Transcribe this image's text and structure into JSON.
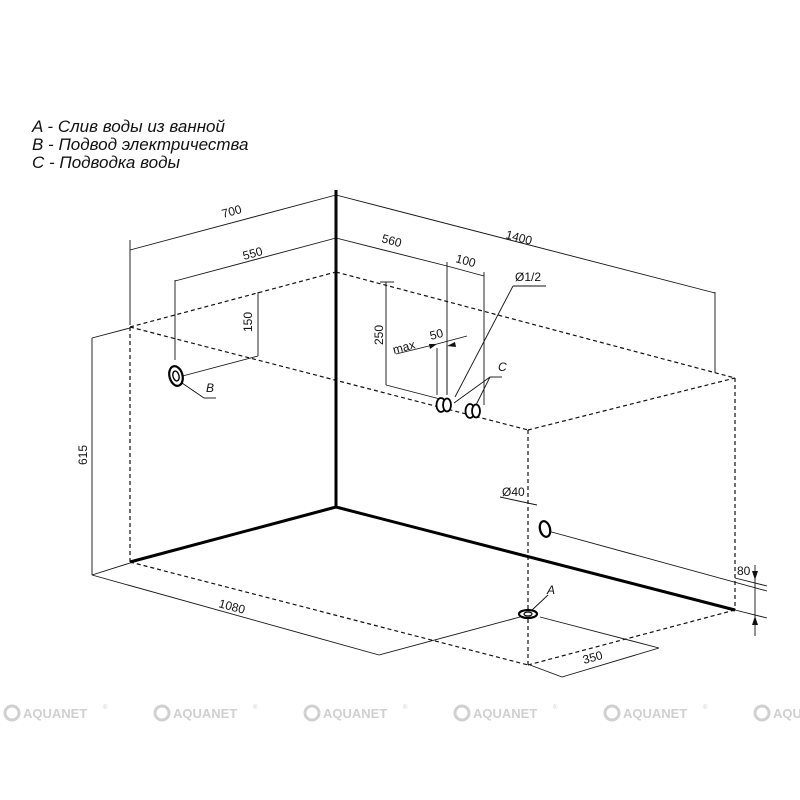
{
  "legend": {
    "a": "A - Слив воды из ванной",
    "b": "B - Подвод электричества",
    "c": "C - Подводка воды"
  },
  "dimensions": {
    "width_700": "700",
    "length_1400": "1400",
    "d550": "550",
    "d560": "560",
    "d100": "100",
    "d150": "150",
    "d250": "250",
    "max_label": "max",
    "d50": "50",
    "height_615": "615",
    "d1080": "1080",
    "d350": "350",
    "d80": "80",
    "pipe": "Ø1/2",
    "drain_dia": "Ø40"
  },
  "markers": {
    "a": "A",
    "b": "B",
    "c": "C"
  },
  "watermark": {
    "brand_pre": "AQUA",
    "brand_post": "NET",
    "reg": "®"
  }
}
